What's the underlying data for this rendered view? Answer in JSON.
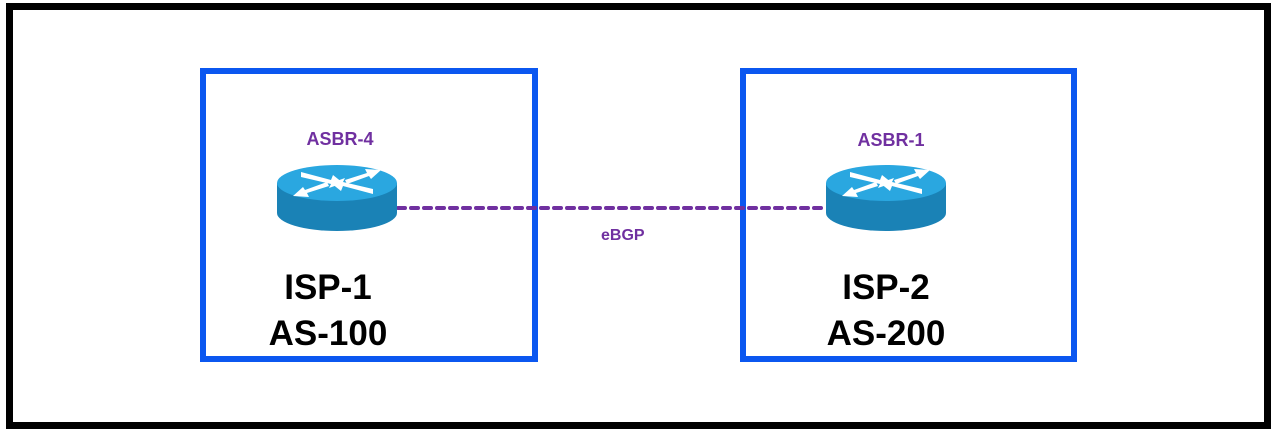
{
  "diagram": {
    "domains": [
      {
        "name": "ISP-1",
        "as": "AS-100",
        "router": {
          "label": "ASBR-4",
          "icon": "router-icon"
        }
      },
      {
        "name": "ISP-2",
        "as": "AS-200",
        "router": {
          "label": "ASBR-1",
          "icon": "router-icon"
        }
      }
    ],
    "link": {
      "label": "eBGP",
      "style": "dotted",
      "from": "ASBR-4",
      "to": "ASBR-1"
    },
    "colors": {
      "frame": "#000000",
      "domain_border": "#0b57f0",
      "router_top": "#2aa7e0",
      "router_side": "#1a82b6",
      "link": "#7030a0",
      "label": "#7030a0",
      "domain_text": "#000000"
    }
  }
}
